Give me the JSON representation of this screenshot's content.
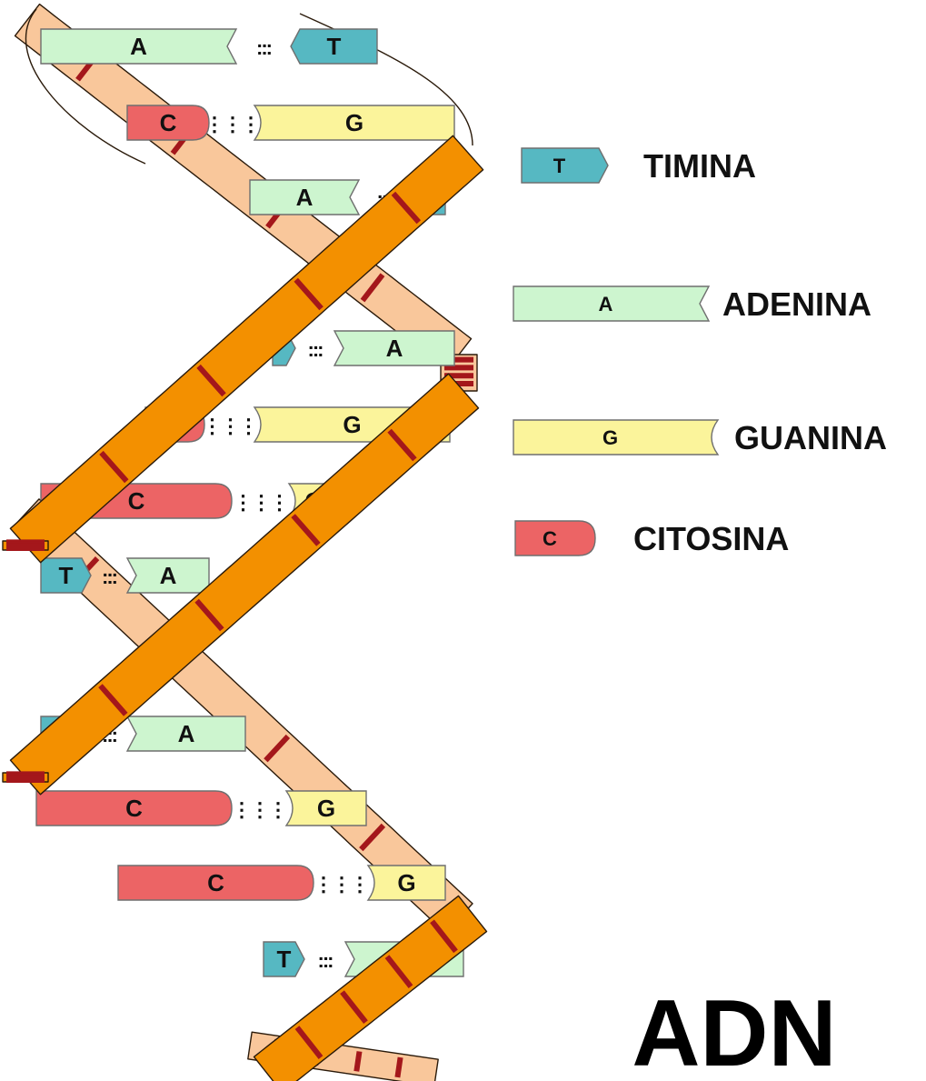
{
  "colors": {
    "back_strand": "#f9c79b",
    "front_strand": "#f39000",
    "strand_edge": "#2a1a0a",
    "phosphate": "#a4171b",
    "timina": "#56b8c2",
    "adenina": "#cdf5cf",
    "guanina": "#fbf49b",
    "citosina": "#ec6465",
    "base_edge": "#6f6f6f"
  },
  "bases": {
    "T": {
      "letter": "T",
      "name": "TIMINA",
      "color": "#56b8c2"
    },
    "A": {
      "letter": "A",
      "name": "ADENINA",
      "color": "#cdf5cf"
    },
    "G": {
      "letter": "G",
      "name": "GUANINA",
      "color": "#fbf49b"
    },
    "C": {
      "letter": "C",
      "name": "CITOSINA",
      "color": "#ec6465"
    }
  },
  "pairs": [
    {
      "left": "A",
      "right": "T",
      "dots": ":::"
    },
    {
      "left": "C",
      "right": "G",
      "dots": "⋮⋮⋮"
    },
    {
      "left": "A",
      "right": "T",
      "dots": ":::"
    },
    {
      "left": "T",
      "right": "A",
      "dots": ":::"
    },
    {
      "left": "C",
      "right": "G",
      "dots": "⋮⋮⋮"
    },
    {
      "left": "C",
      "right": "G",
      "dots": "⋮⋮⋮"
    },
    {
      "left": "T",
      "right": "A",
      "dots": ":::"
    },
    {
      "left": "T",
      "right": "A",
      "dots": ":::"
    },
    {
      "left": "C",
      "right": "G",
      "dots": "⋮⋮⋮"
    },
    {
      "left": "C",
      "right": "G",
      "dots": "⋮⋮⋮"
    },
    {
      "left": "T",
      "right": "A",
      "dots": ":::"
    }
  ],
  "legend": [
    {
      "letter": "T",
      "name": "TIMINA"
    },
    {
      "letter": "A",
      "name": "ADENINA"
    },
    {
      "letter": "G",
      "name": "GUANINA"
    },
    {
      "letter": "C",
      "name": "CITOSINA"
    }
  ],
  "title": "ADN"
}
